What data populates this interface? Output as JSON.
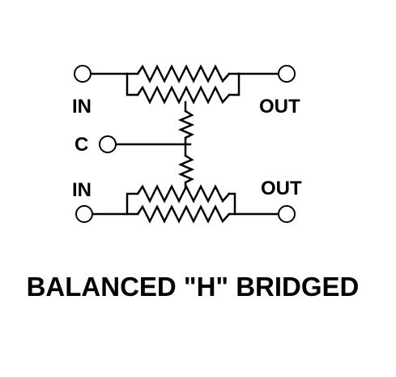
{
  "diagram": {
    "labels": {
      "in_top": "IN",
      "out_top": "OUT",
      "common": "C",
      "in_bottom": "IN",
      "out_bottom": "OUT"
    },
    "caption": "BALANCED \"H\" BRIDGED"
  }
}
